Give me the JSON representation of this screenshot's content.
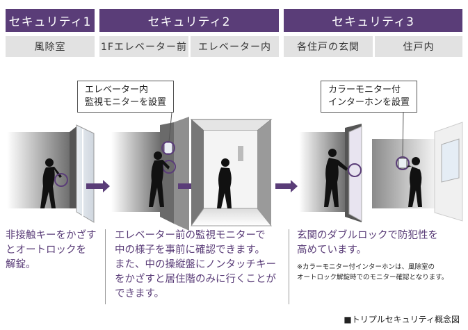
{
  "headers": {
    "security1": "セキュリティ1",
    "security2": "セキュリティ2",
    "security3": "セキュリティ3"
  },
  "locations": {
    "vestibule": "風除室",
    "elevator_front": "1Fエレベーター前",
    "elevator_inside": "エレベーター内",
    "entrance": "各住戸の玄関",
    "dwelling": "住戸内"
  },
  "callouts": {
    "elevator": [
      "エレベーター内",
      "監視モニターを設置"
    ],
    "intercom": [
      "カラーモニター付",
      "インターホンを設置"
    ]
  },
  "descriptions": {
    "security1": [
      "非接触キーをかざす",
      "とオートロックを",
      "解錠。"
    ],
    "security2": [
      "エレベーター前の監視モニターで",
      "中の様子を事前に確認できます。",
      "また、中の操縦盤にノンタッチキー",
      "をかざすと居住階のみに行くことが",
      "できます。"
    ],
    "security3": [
      "玄関のダブルロックで防犯性を",
      "高めています。"
    ],
    "note": [
      "※カラーモニター付インターホンは、風除室の",
      "オートロック解錠時でのモニター確認となります。"
    ]
  },
  "caption": "■トリプルセキュリティ概念図",
  "colors": {
    "accent": "#5a3d78",
    "subheader_bg": "#e2e2e2"
  }
}
